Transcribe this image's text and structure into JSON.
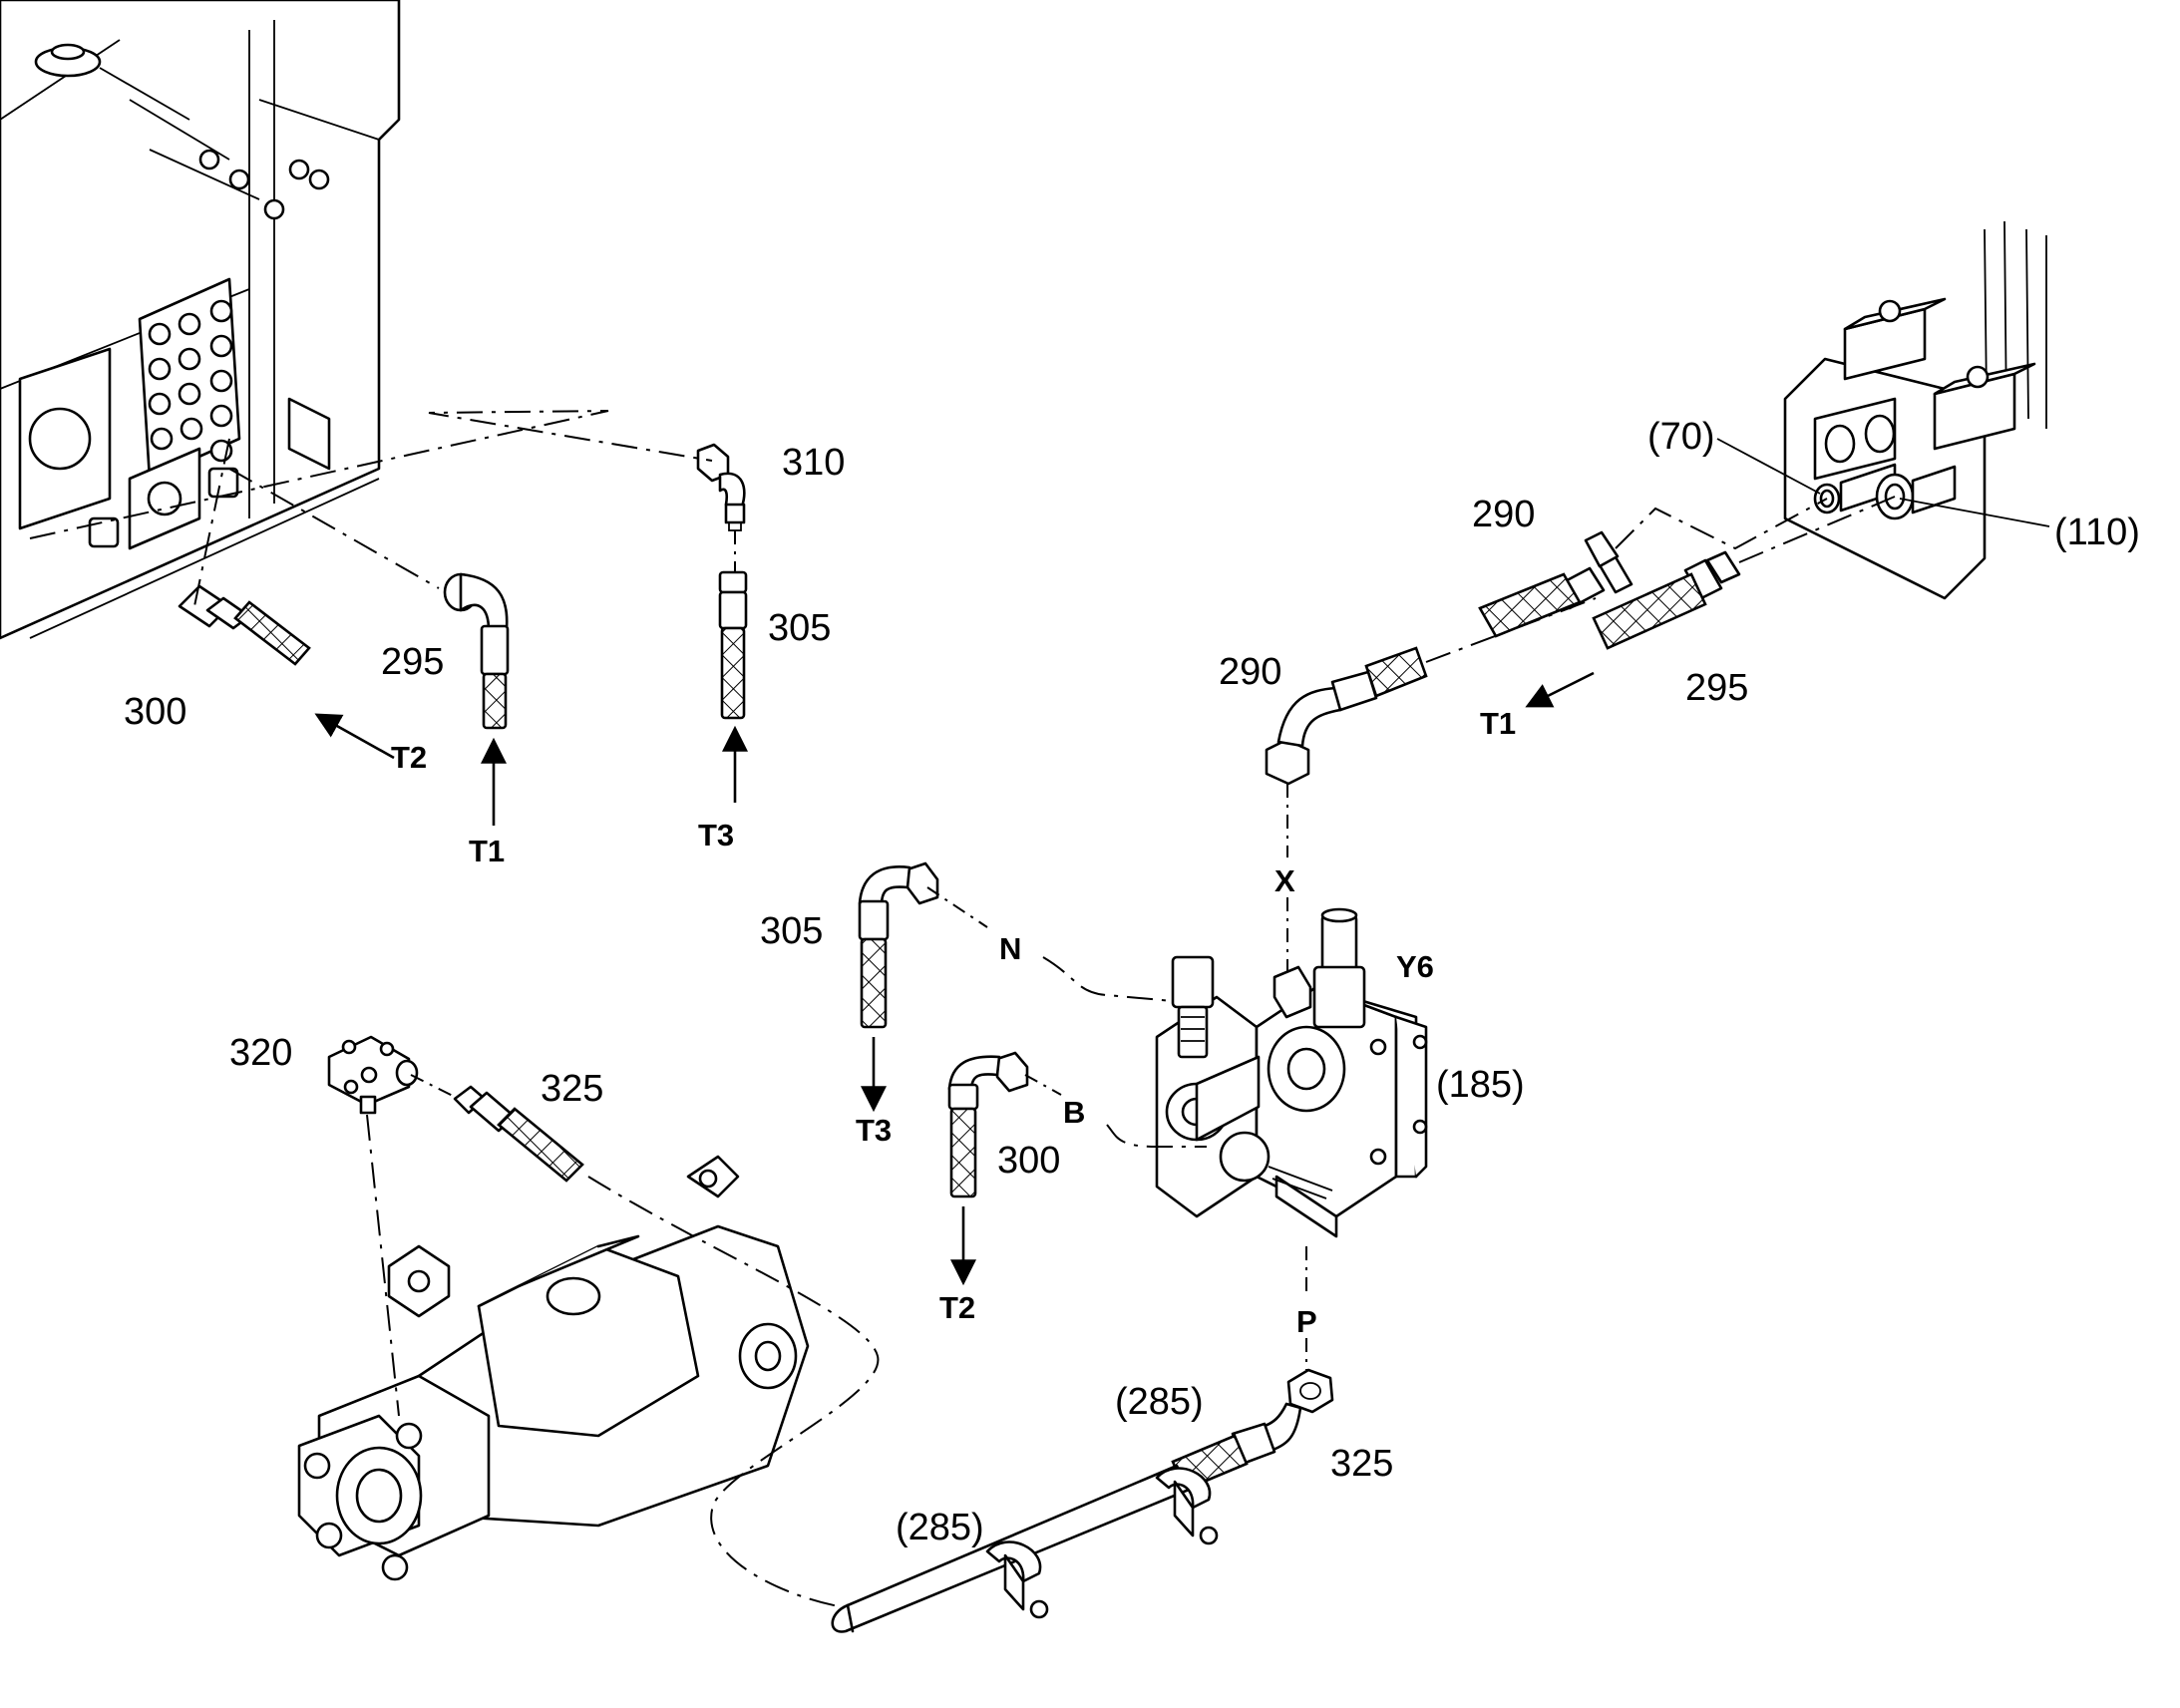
{
  "callouts": {
    "c310": "310",
    "c295_top": "295",
    "c300_top": "300",
    "c305_top": "305",
    "c70": "(70)",
    "c290_right": "290",
    "c110": "(110)",
    "c290_mid": "290",
    "c295_right": "295",
    "c305_mid": "305",
    "c300_mid": "300",
    "c320": "320",
    "c325_left": "325",
    "c185": "(185)",
    "c285_upper": "(285)",
    "c285_lower": "(285)",
    "c325_bottom": "325"
  },
  "ports": {
    "t1_top": "T1",
    "t2_top": "T2",
    "t3_top": "T3",
    "t1_right": "T1",
    "x": "X",
    "n": "N",
    "y6": "Y6",
    "b": "B",
    "t3_mid": "T3",
    "t2_mid": "T2",
    "p": "P"
  }
}
